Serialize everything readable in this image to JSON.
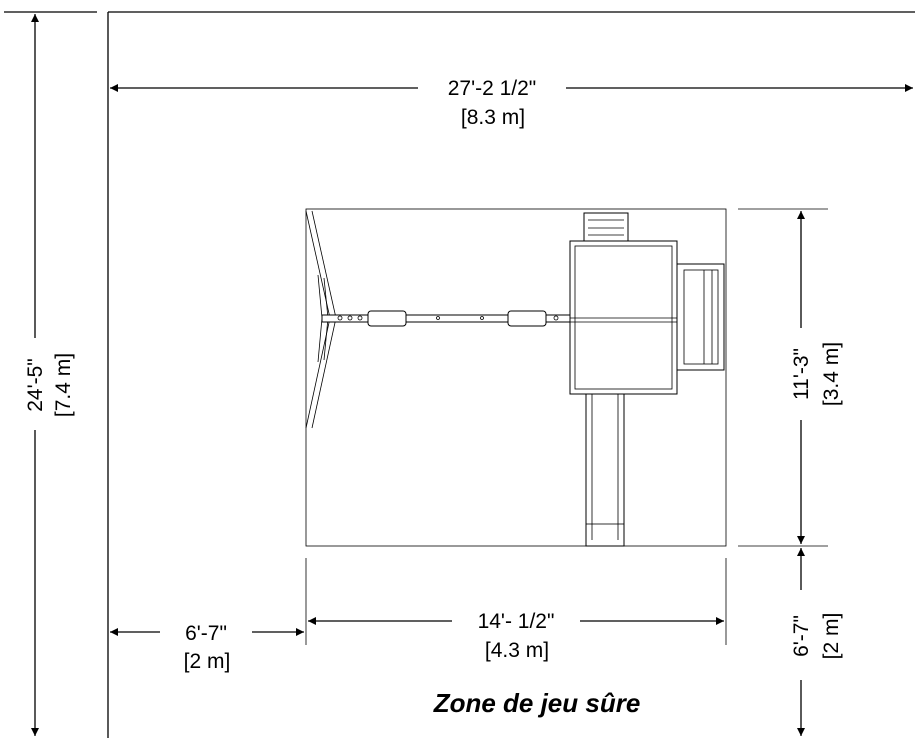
{
  "dimensions": {
    "overall_width": {
      "imperial": "27'-2 1/2\"",
      "metric": "[8.3 m]"
    },
    "overall_depth": {
      "imperial": "24'-5\"",
      "metric": "[7.4 m]"
    },
    "left_clearance": {
      "imperial": "6'-7\"",
      "metric": "[2 m]"
    },
    "set_width": {
      "imperial": "14'- 1/2\"",
      "metric": "[4.3 m]"
    },
    "set_depth": {
      "imperial": "11'-3\"",
      "metric": "[3.4 m]"
    },
    "bottom_clearance": {
      "imperial": "6'-7\"",
      "metric": "[2 m]"
    }
  },
  "title": "Zone de jeu sûre",
  "colors": {
    "line": "#000000",
    "background": "#ffffff"
  }
}
